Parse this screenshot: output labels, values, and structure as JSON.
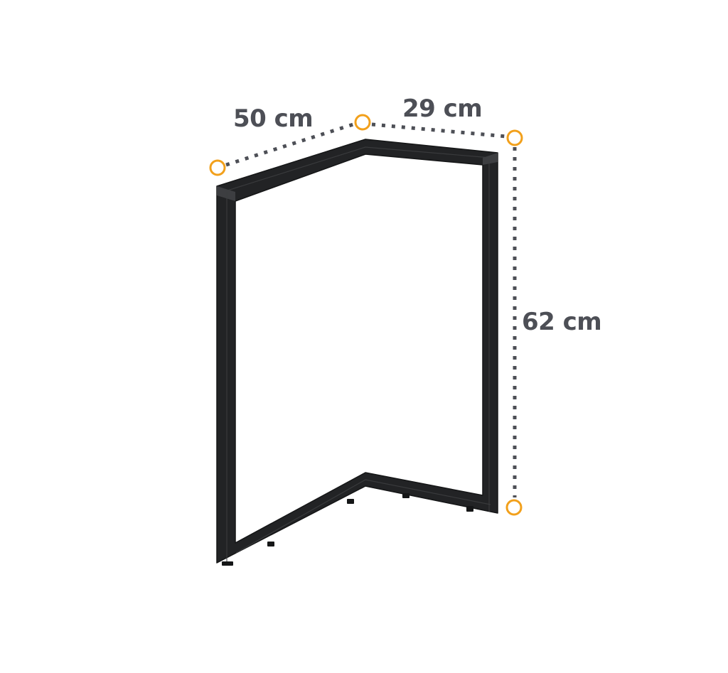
{
  "colors": {
    "frame": "#222325",
    "frame_edge": "#3d3e41",
    "frame_inner": "#151617",
    "dimension_line": "#4d4f56",
    "marker": "#f2a01b",
    "label_text": "#4d4f56",
    "background": "#ffffff"
  },
  "dimensions": {
    "width_label": "50 cm",
    "depth_label": "29 cm",
    "height_label": "62 cm"
  },
  "subject": "L-shaped black metal table leg frame"
}
